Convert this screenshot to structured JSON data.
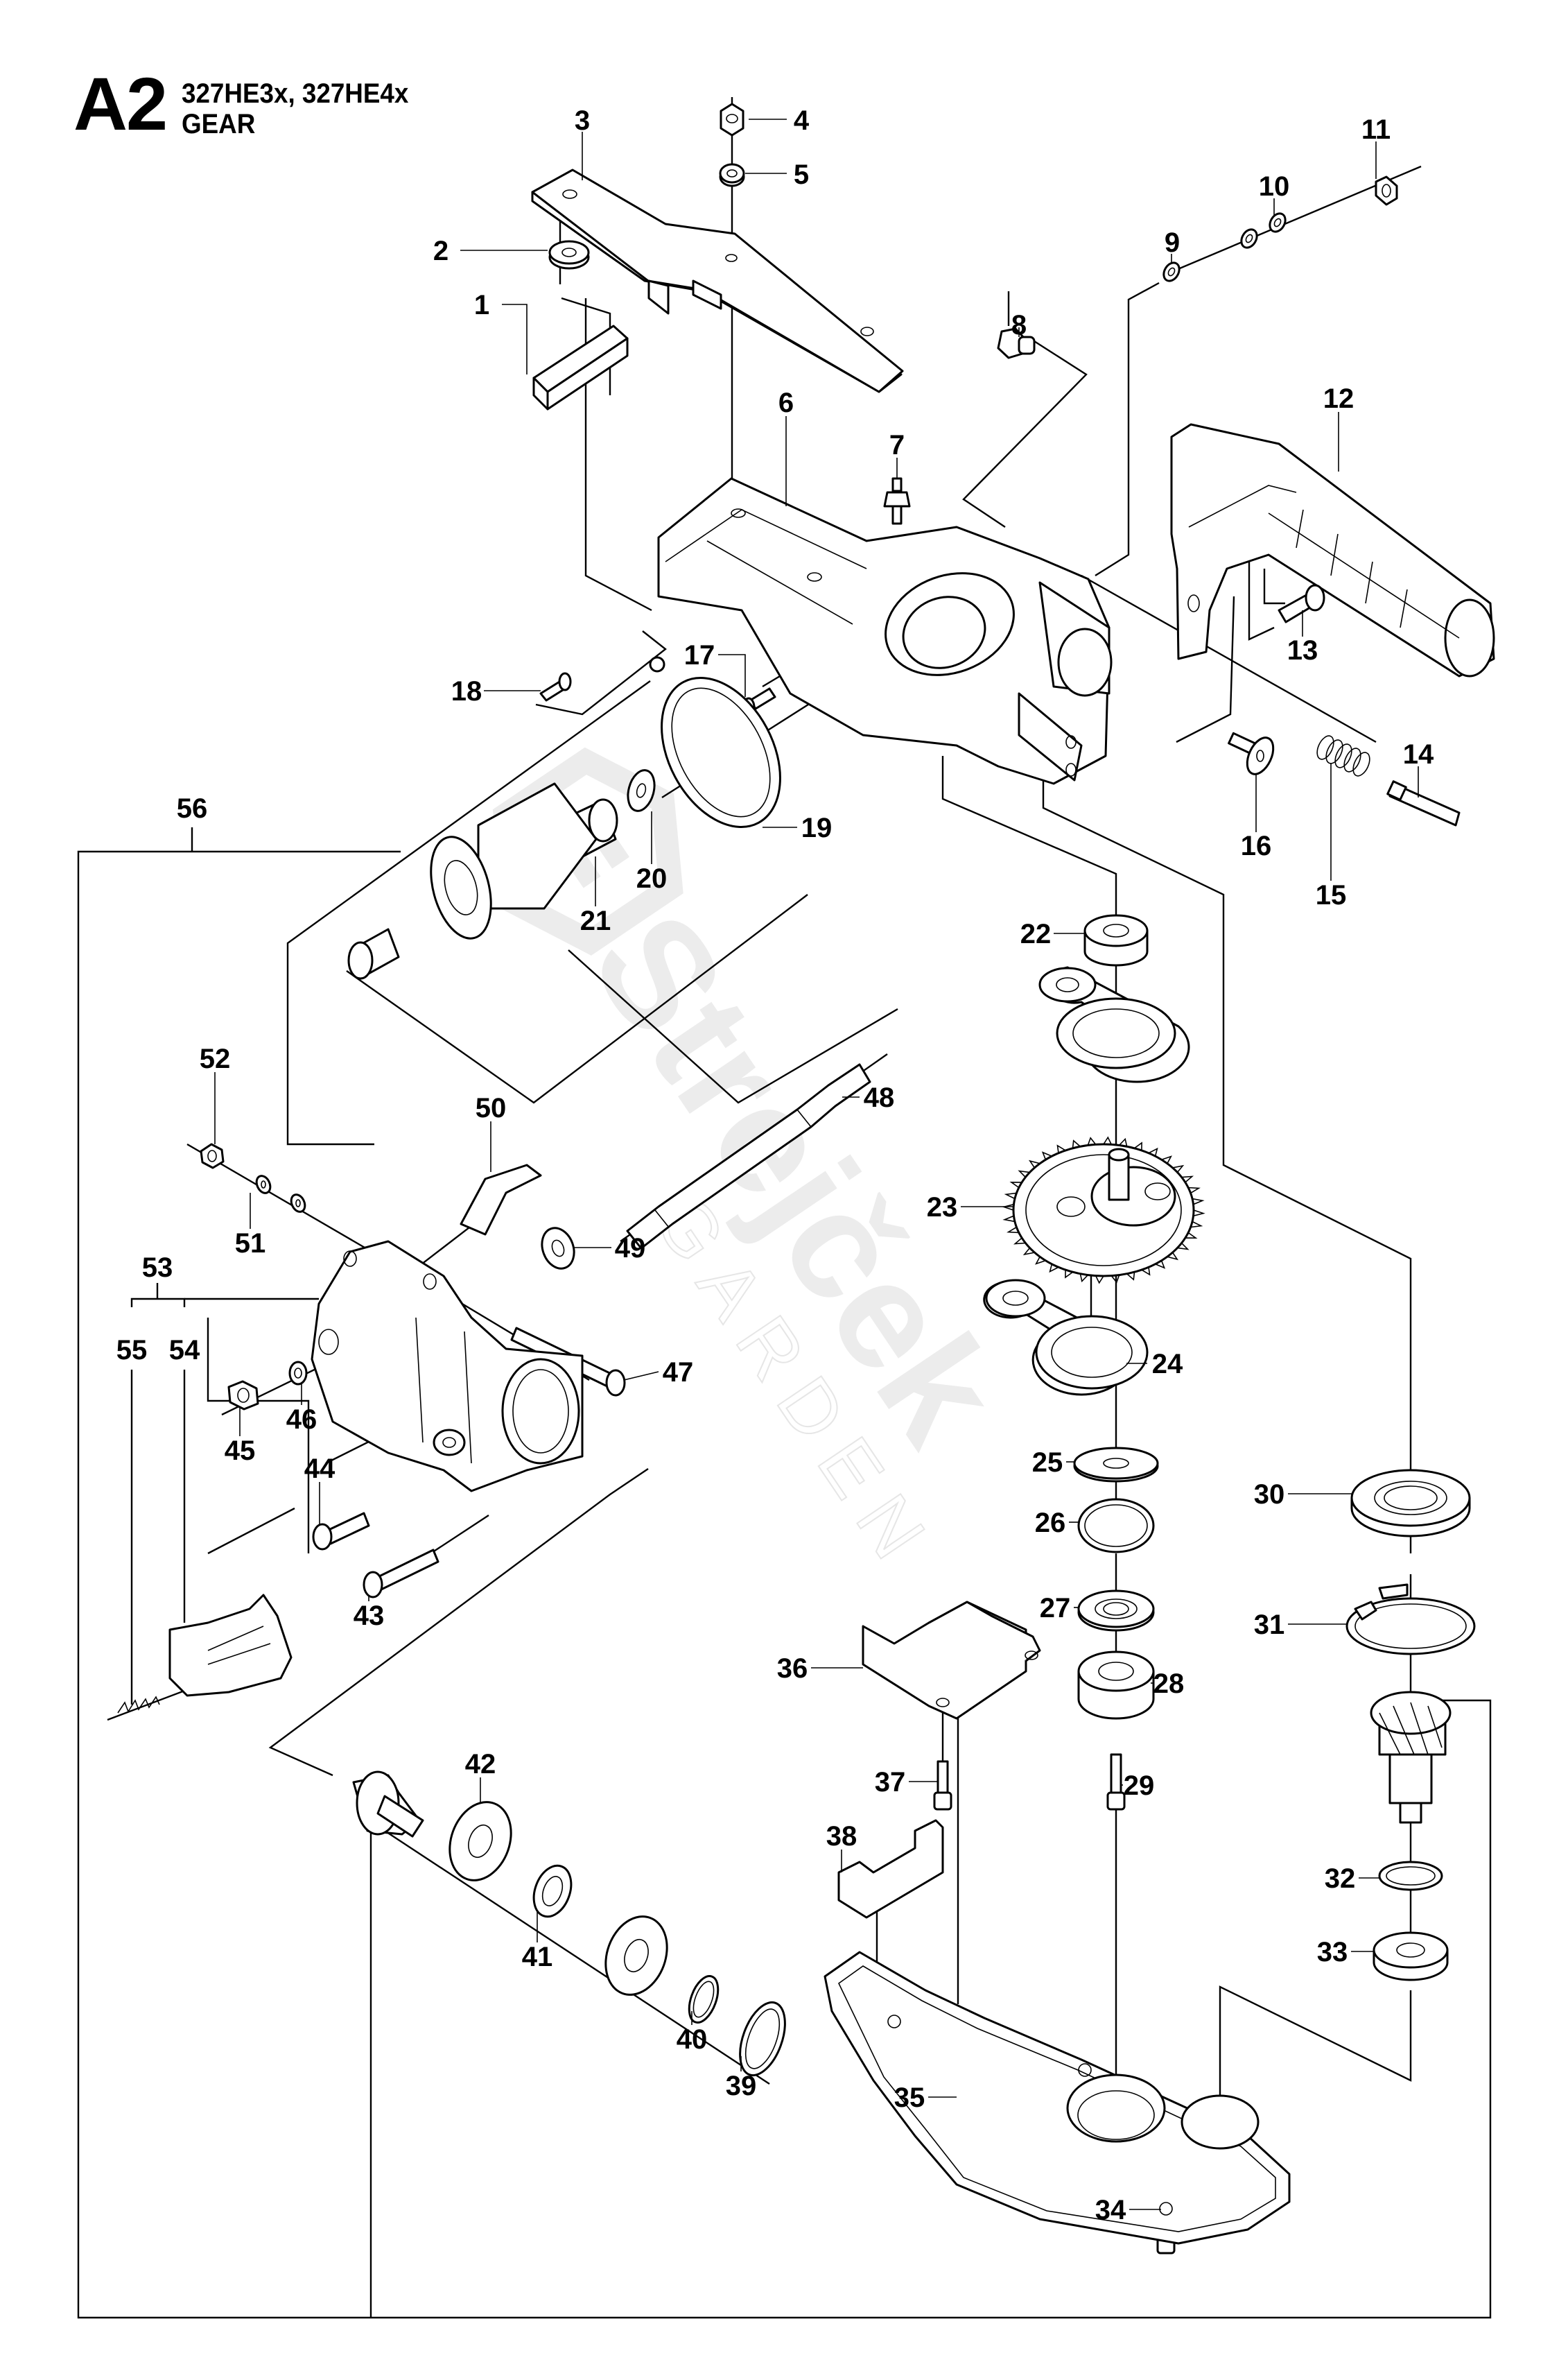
{
  "header": {
    "section_code": "A2",
    "models": "327HE3x, 327HE4x",
    "title": "GEAR"
  },
  "watermark": {
    "brand": "Strejček",
    "sub": "GARDEN",
    "color": "#ececec"
  },
  "callouts": [
    {
      "id": "1",
      "part": "spacer-block"
    },
    {
      "id": "2",
      "part": "washer"
    },
    {
      "id": "3",
      "part": "bracket-plate"
    },
    {
      "id": "4",
      "part": "nut"
    },
    {
      "id": "5",
      "part": "washer"
    },
    {
      "id": "6",
      "part": "gear-housing"
    },
    {
      "id": "7",
      "part": "grease-nipple"
    },
    {
      "id": "8",
      "part": "plug-screw"
    },
    {
      "id": "9",
      "part": "washer"
    },
    {
      "id": "10",
      "part": "washer"
    },
    {
      "id": "11",
      "part": "nut"
    },
    {
      "id": "12",
      "part": "handle"
    },
    {
      "id": "13",
      "part": "screw"
    },
    {
      "id": "14",
      "part": "pin"
    },
    {
      "id": "15",
      "part": "spring"
    },
    {
      "id": "16",
      "part": "plunger-washer"
    },
    {
      "id": "17",
      "part": "screw"
    },
    {
      "id": "18",
      "part": "screw"
    },
    {
      "id": "19",
      "part": "gasket"
    },
    {
      "id": "20",
      "part": "washer"
    },
    {
      "id": "21",
      "part": "needle-bearing"
    },
    {
      "id": "22",
      "part": "ball-bearing"
    },
    {
      "id": "23",
      "part": "gear-wheel"
    },
    {
      "id": "24",
      "part": "connecting-rod"
    },
    {
      "id": "25",
      "part": "washer"
    },
    {
      "id": "26",
      "part": "wave-washer"
    },
    {
      "id": "27",
      "part": "washer"
    },
    {
      "id": "28",
      "part": "ball-bearing"
    },
    {
      "id": "29",
      "part": "screw"
    },
    {
      "id": "30",
      "part": "ball-bearing"
    },
    {
      "id": "31",
      "part": "retaining-ring"
    },
    {
      "id": "32",
      "part": "retaining-ring"
    },
    {
      "id": "33",
      "part": "ball-bearing"
    },
    {
      "id": "34",
      "part": "screw"
    },
    {
      "id": "35",
      "part": "gear-cover"
    },
    {
      "id": "36",
      "part": "guide-plate"
    },
    {
      "id": "37",
      "part": "screw"
    },
    {
      "id": "38",
      "part": "spacer"
    },
    {
      "id": "39",
      "part": "retaining-ring"
    },
    {
      "id": "40",
      "part": "retaining-ring"
    },
    {
      "id": "41",
      "part": "spacer-sleeve"
    },
    {
      "id": "42",
      "part": "ball-bearing"
    },
    {
      "id": "43",
      "part": "screw"
    },
    {
      "id": "44",
      "part": "screw"
    },
    {
      "id": "45",
      "part": "nut"
    },
    {
      "id": "46",
      "part": "washer"
    },
    {
      "id": "47",
      "part": "screw"
    },
    {
      "id": "48",
      "part": "shaft"
    },
    {
      "id": "49",
      "part": "washer"
    },
    {
      "id": "50",
      "part": "lever"
    },
    {
      "id": "51",
      "part": "washer"
    },
    {
      "id": "52",
      "part": "nut"
    },
    {
      "id": "53",
      "part": "joint-assembly"
    },
    {
      "id": "54",
      "part": "cover"
    },
    {
      "id": "55",
      "part": "spring"
    },
    {
      "id": "56",
      "part": "angle-gear-kit"
    }
  ]
}
